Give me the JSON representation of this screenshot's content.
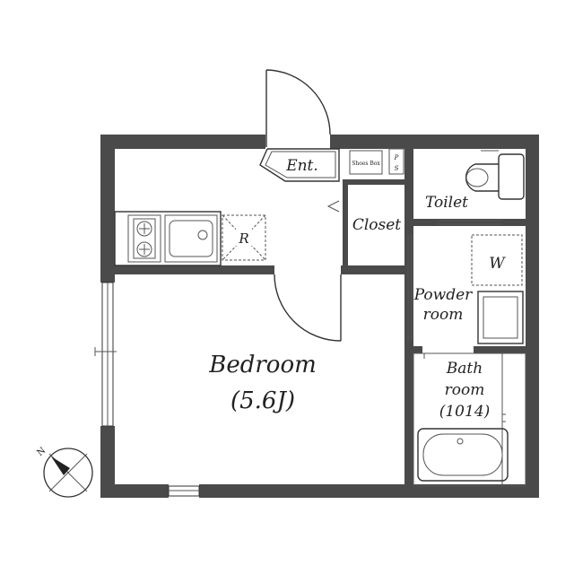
{
  "rooms": {
    "entrance": "Ent.",
    "shoe_box": "Shoes Box",
    "ps_top": "P",
    "ps_bottom": "S",
    "closet": "Closet",
    "toilet": "Toilet",
    "washer": "W",
    "powder_line1": "Powder",
    "powder_line2": "room",
    "bath_line1": "Bath",
    "bath_line2": "room",
    "bath_size": "(1014)",
    "bedroom": "Bedroom",
    "bedroom_size": "(5.6J)",
    "fridge": "R"
  },
  "compass": {
    "north": "N"
  },
  "colors": {
    "wall": "#4a4a4a",
    "line": "#333333"
  }
}
